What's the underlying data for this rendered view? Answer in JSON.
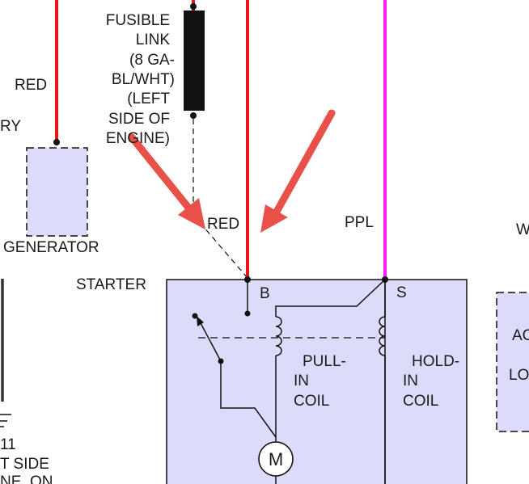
{
  "labels": {
    "red_left": "RED",
    "battery_fragment": "RY",
    "fusible_link_lines": [
      "FUSIBLE",
      "LINK",
      "(8 GA-",
      "BL/WHT)",
      "(LEFT",
      "SIDE OF",
      "ENGINE)"
    ],
    "generator": "GENERATOR",
    "red_center": "RED",
    "ppl": "PPL",
    "w_fragment": "W",
    "starter": "STARTER",
    "terminal_b": "B",
    "terminal_s": "S",
    "pull_in_coil": [
      "PULL-",
      "IN",
      "COIL"
    ],
    "hold_in_coil": [
      "HOLD-",
      "IN",
      "COIL"
    ],
    "motor": "M",
    "right_box_fragments": [
      "AC",
      "LO"
    ],
    "bottom_left_fragments": [
      "11",
      "T SIDE",
      "NE, ON"
    ]
  },
  "colors": {
    "red_wire": "#e8141a",
    "purple_wire": "#ff1aff",
    "component_fill": "#dcdcfa",
    "arrow": "#e8514a",
    "line": "#111111"
  }
}
